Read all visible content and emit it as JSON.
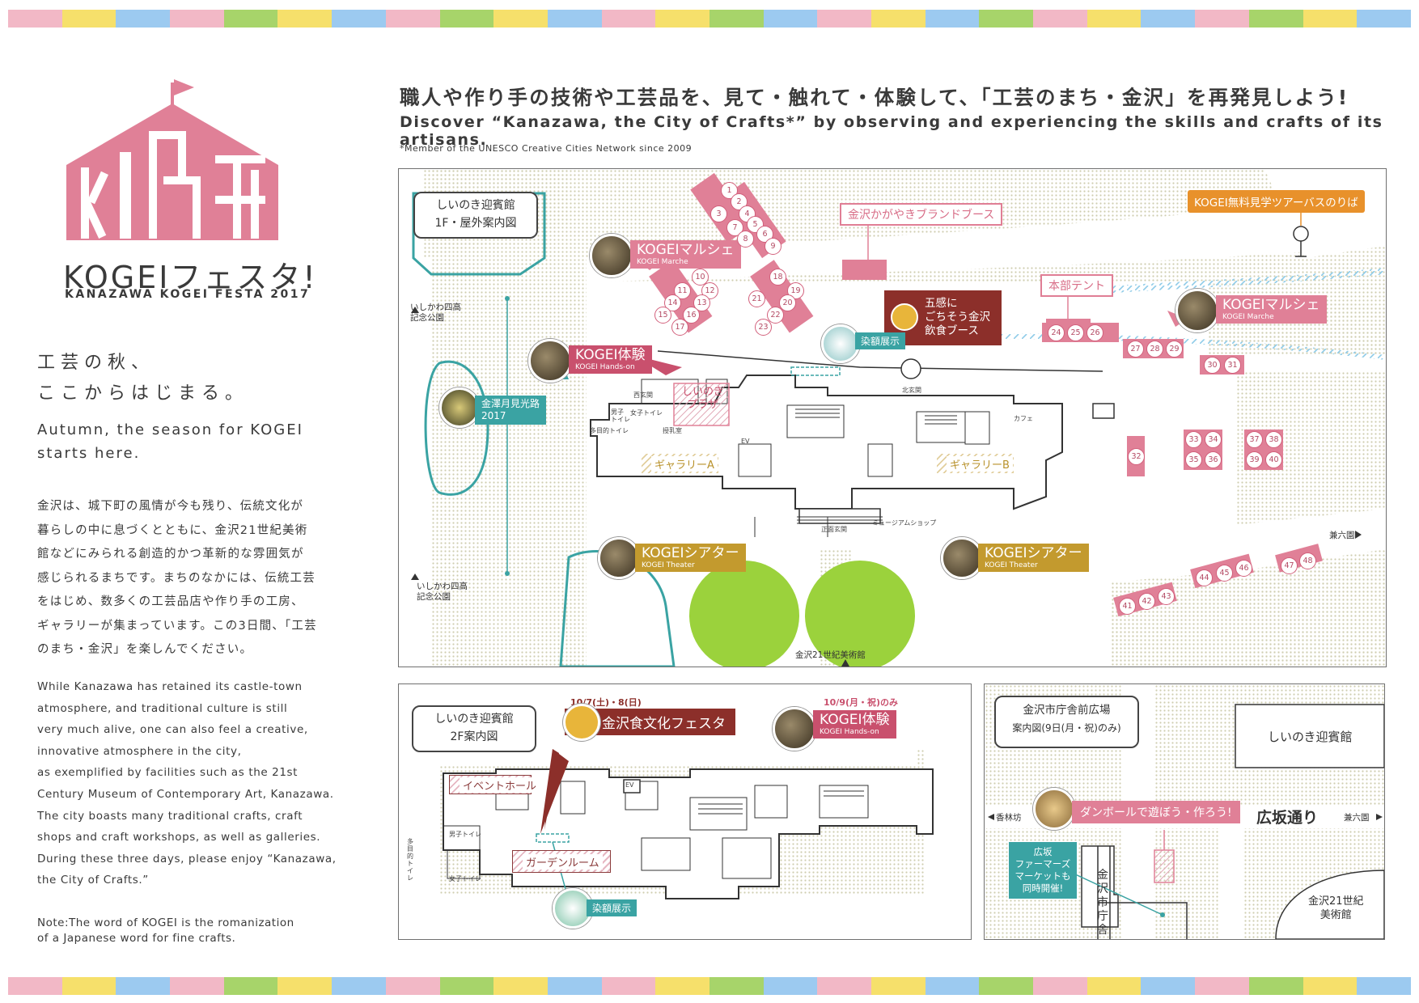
{
  "stripe_colors": [
    "#f2b8c6",
    "#f6e06b",
    "#9ccaf0",
    "#f2b8c6",
    "#a7d46a",
    "#f6e06b",
    "#9ccaf0",
    "#f2b8c6",
    "#a7d46a",
    "#f6e06b",
    "#9ccaf0",
    "#f2b8c6",
    "#f6e06b",
    "#a7d46a",
    "#9ccaf0",
    "#f2b8c6",
    "#f6e06b",
    "#9ccaf0",
    "#a7d46a",
    "#f2b8c6",
    "#f6e06b",
    "#9ccaf0",
    "#f2b8c6",
    "#a7d46a",
    "#f6e06b",
    "#9ccaf0"
  ],
  "colors": {
    "pink": "#e08097",
    "pink_dark": "#c9506d",
    "teal": "#3aa3a3",
    "mustard": "#c39a2e",
    "maroon": "#8c2f2a",
    "orange": "#e8912b",
    "green": "#9bd23c",
    "dots": "#d4d2b6"
  },
  "logo": {
    "title": "KOGEIフェスタ!",
    "subtitle": "KANAZAWA KOGEI FESTA 2017"
  },
  "tagline": {
    "jp_line1": "工芸の秋、",
    "jp_line2": "ここからはじまる。",
    "en_line1": "Autumn, the season for KOGEI",
    "en_line2": "starts here."
  },
  "body_jp": [
    "金沢は、城下町の風情が今も残り、伝統文化が",
    "暮らしの中に息づくとともに、金沢21世紀美術",
    "館などにみられる創造的かつ革新的な雰囲気が",
    "感じられるまちです。まちのなかには、伝統工芸",
    "をはじめ、数多くの工芸品店や作り手の工房、",
    "ギャラリーが集まっています。この3日間、「工芸",
    "のまち・金沢」を楽しんでください。"
  ],
  "body_en": [
    "While Kanazawa has retained its castle-town",
    "atmosphere, and traditional culture is still",
    "very much alive, one can also feel a creative,",
    "innovative atmosphere in the city,",
    "as exemplified by facilities such as the 21st",
    "Century Museum of Contemporary Art, Kanazawa.",
    "The city boasts many traditional crafts, craft",
    "shops and craft workshops, as well as galleries.",
    "During these three days, please enjoy “Kanazawa,",
    "the City of Crafts.”"
  ],
  "note": [
    "Note:The word of KOGEI is the romanization",
    "of a Japanese word for fine crafts."
  ],
  "heading": {
    "jp": "職人や作り手の技術や工芸品を、見て・触れて・体験して、「工芸のまち・金沢」を再発見しよう!",
    "en": "Discover “Kanazawa, the City of Crafts*” by observing and experiencing the skills and crafts of its artisans.",
    "note": "*Member of the UNESCO Creative Cities Network since 2009"
  },
  "main_map": {
    "title_line1": "しいのき迎賓館",
    "title_line2": "1F・屋外案内図",
    "park_top": [
      "いしかわ四高",
      "記念公園"
    ],
    "park_bottom": [
      "いしかわ四高",
      "記念公園"
    ],
    "brand_booth": "金沢かがやきブランドブース",
    "bus_stop": "KOGEI無料見学ツアーバスのりば",
    "honbu": "本部テント",
    "marche_title": "KOGEIマルシェ",
    "marche_sub": "KOGEI Marche",
    "hands_title": "KOGEI体験",
    "hands_sub": "KOGEI Hands-on",
    "theater_title": "KOGEIシアター",
    "theater_sub": "KOGEI Theater",
    "moon": [
      "金澤月見光路",
      "2017"
    ],
    "food": [
      "五感に",
      "ごちそう金沢",
      "飲食ブース"
    ],
    "dye": "染額展示",
    "plaza": [
      "しいのき",
      "プラザ"
    ],
    "gallery_a": "ギャラリーA",
    "gallery_b": "ギャラリーB",
    "west_gate": "西玄関",
    "north_gate": "北玄関",
    "cafe": "カフェ",
    "men_wc": [
      "男子",
      "トイレ"
    ],
    "women_wc": "女子トイレ",
    "multi_wc": "多目的トイレ",
    "nursing": "授乳室",
    "ev": "EV",
    "main_gate": "正面玄関",
    "shop": "ミュージアムショップ",
    "kenrokuen": "兼六園",
    "museum": "金沢21世紀美術館",
    "booths": [
      "1",
      "2",
      "3",
      "4",
      "5",
      "6",
      "7",
      "8",
      "9",
      "10",
      "11",
      "12",
      "13",
      "14",
      "15",
      "16",
      "17",
      "18",
      "19",
      "20",
      "21",
      "22",
      "23",
      "24",
      "25",
      "26",
      "27",
      "28",
      "29",
      "30",
      "31",
      "32",
      "33",
      "34",
      "35",
      "36",
      "37",
      "38",
      "39",
      "40",
      "41",
      "42",
      "43",
      "44",
      "45",
      "46",
      "47",
      "48"
    ]
  },
  "map_2f": {
    "title_line1": "しいのき迎賓館",
    "title_line2": "2F案内図",
    "food_date": "10/7(土)・8(日)",
    "food_title": "金沢食文化フェスタ",
    "hands_date": "10/9(月・祝)のみ",
    "hands_title": "KOGEI体験",
    "hands_sub": "KOGEI Hands-on",
    "event_hall": "イベントホール",
    "garden_room": "ガーデンルーム",
    "dye": "染額展示",
    "men_wc": "男子トイレ",
    "women_wc": "女子トイレ",
    "multi_wc": "多目的トイレ",
    "ev": "EV"
  },
  "plaza_map": {
    "title_line1": "金沢市庁舎前広場",
    "title_line2": "案内図(9日(月・祝)のみ)",
    "shiinoki": "しいのき迎賓館",
    "cardboard": "ダンボールで遊ぼう・作ろう!",
    "street": "広坂通り",
    "korinbo": "香林坊",
    "kenrokuen": "兼六園",
    "farmers": [
      "広坂",
      "ファーマーズ",
      "マーケットも",
      "同時開催!"
    ],
    "cityhall": [
      "金",
      "沢",
      "市",
      "庁",
      "舎"
    ],
    "museum": [
      "金沢21世紀",
      "美術館"
    ]
  }
}
